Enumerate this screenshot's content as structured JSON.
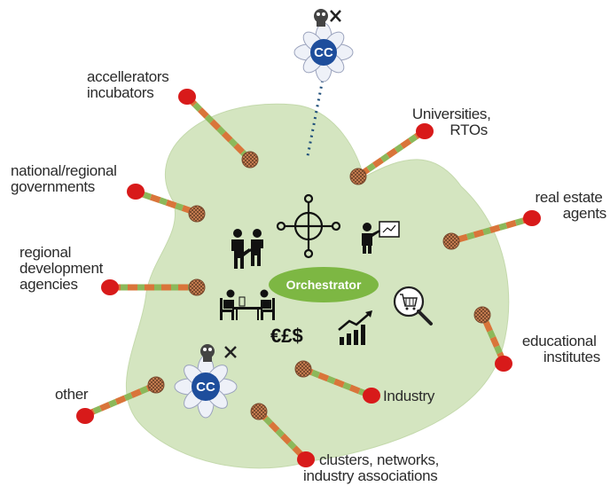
{
  "center": {
    "label": "Orchestrator"
  },
  "cc_badges": [
    {
      "label": "CC"
    },
    {
      "label": "CC"
    }
  ],
  "stakeholders": [
    {
      "lines": [
        "accellerators",
        "incubators"
      ]
    },
    {
      "lines": [
        "Universities,",
        "RTOs"
      ]
    },
    {
      "lines": [
        "national/regional",
        "governments"
      ]
    },
    {
      "lines": [
        "real estate",
        "agents"
      ]
    },
    {
      "lines": [
        "regional",
        "development",
        "agencies"
      ]
    },
    {
      "lines": [
        "educational",
        "institutes"
      ]
    },
    {
      "lines": [
        "other"
      ]
    },
    {
      "lines": [
        "Industry"
      ]
    },
    {
      "lines": [
        "clusters, networks,",
        "industry associations"
      ]
    }
  ],
  "icons": {
    "currency": "€£$",
    "names": [
      "handshake-icon",
      "network-hub-icon",
      "presenter-icon",
      "meeting-table-icon",
      "cart-search-icon",
      "growth-chart-icon",
      "robot-tools-icon"
    ]
  },
  "colors": {
    "region_fill": "#d4e5c0",
    "orchestrator": "#7db743",
    "cc_blue": "#1e4e9c",
    "red_node": "#d81a1a",
    "orange_dash": "#d9753a",
    "green_dash": "#8cb85a",
    "junction": "#b8704a"
  }
}
